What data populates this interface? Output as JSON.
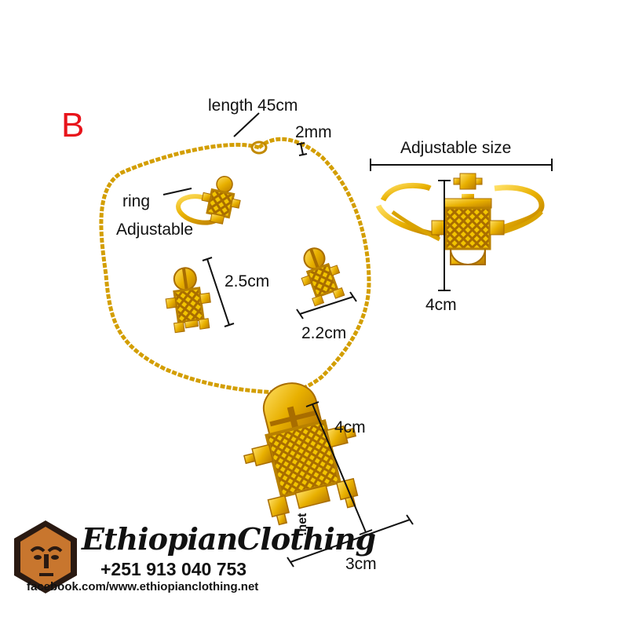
{
  "variant_label": "B",
  "labels": {
    "chain_length": "length 45cm",
    "chain_width": "2mm",
    "ring": "ring",
    "ring_adjustable": "Adjustable",
    "earring_height": "2.5cm",
    "earring_width": "2.2cm",
    "bangle_size": "Adjustable size",
    "bangle_height": "4cm",
    "pendant_height": "4cm",
    "pendant_width": "3cm"
  },
  "brand": {
    "name": "EthiopianClothing",
    "suffix": ".net",
    "phone": "+251 913 040 753",
    "website": "facebook.com/www.ethiopianclothing.net"
  },
  "colors": {
    "gold": "#e0a800",
    "gold_light": "#ffd84a",
    "gold_dark": "#a86d00",
    "accent_red": "#e8141b",
    "logo_brown": "#c8762e"
  }
}
